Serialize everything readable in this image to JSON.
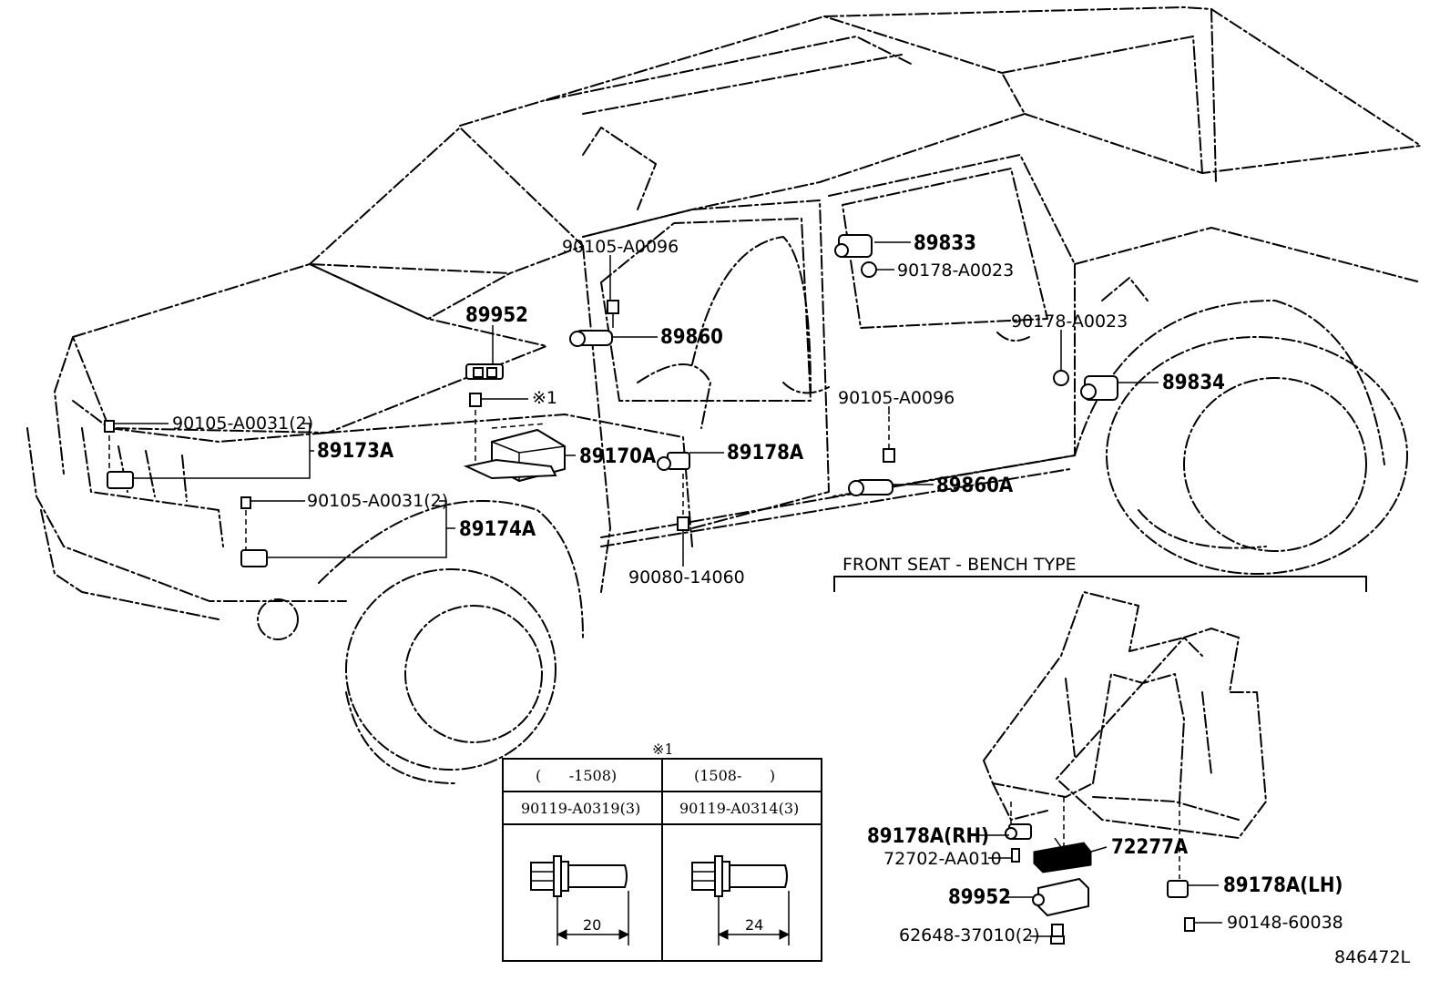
{
  "labels": {
    "p90105_a0096_top": "90105-A0096",
    "p89833": "89833",
    "p90178_a0023_top": "90178-A0023",
    "p89952_top": "89952",
    "p89860": "89860",
    "p90178_a0023_right": "90178-A0023",
    "p89834": "89834",
    "note1_mark": "※1",
    "p90105_a0096_mid": "90105-A0096",
    "p90105_a0031_1": "90105-A0031(2)",
    "p89173a": "89173A",
    "p89170a": "89170A",
    "p89178a": "89178A",
    "p89860a": "89860A",
    "p90105_a0031_2": "90105-A0031(2)",
    "p89174a": "89174A",
    "p90080_14060": "90080-14060",
    "section_title": "FRONT SEAT - BENCH TYPE",
    "p89178a_rh": "89178A(RH)",
    "p72702_aa010": "72702-AA010",
    "p72277a": "72277A",
    "p89952_bottom": "89952",
    "p62648_37010": "62648-37010(2)",
    "p89178a_lh": "89178A(LH)",
    "p90148_60038": "90148-60038",
    "diagram_code": "846472L"
  },
  "note_table": {
    "mark": "※1",
    "columns": [
      {
        "period": "(      -1508)",
        "part": "90119-A0319(3)",
        "length": "20"
      },
      {
        "period": "(1508-      )",
        "part": "90119-A0314(3)",
        "length": "24"
      }
    ]
  }
}
